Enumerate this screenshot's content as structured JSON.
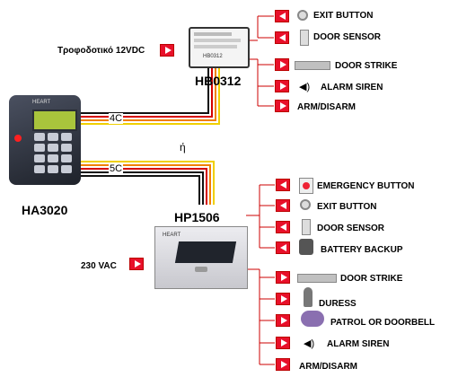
{
  "devices": {
    "hb0312": "HB0312",
    "ha3020": "HA3020",
    "hp1506": "HP1506"
  },
  "power": {
    "hb0312_supply": "Τροφοδοτικό 12VDC",
    "hp1506_supply": "230 VAC"
  },
  "cables": {
    "four_core": "4C",
    "five_core": "5C",
    "or": "ή"
  },
  "hb0312_ports": [
    "EXIT BUTTON",
    "DOOR SENSOR",
    "DOOR STRIKE",
    "ALARM SIREN",
    "ARM/DISARM"
  ],
  "hp1506_ports": [
    "EMERGENCY BUTTON",
    "EXIT BUTTON",
    "DOOR SENSOR",
    "BATTERY BACKUP",
    "DOOR STRIKE",
    "DURESS",
    "PATROL OR DOORBELL",
    "ALARM SIREN",
    "ARM/DISARM"
  ],
  "device_text": {
    "brand": "HEART",
    "module_code": "HB0312"
  },
  "colors": {
    "arrow_red": "#e8102a",
    "wire_red": "#d40000",
    "wire_orange": "#f08000",
    "wire_yellow": "#f0d000",
    "wire_black": "#111111"
  },
  "icons": [
    "exit-button-icon",
    "door-sensor-icon",
    "door-strike-icon",
    "siren-icon",
    "emergency-button-icon",
    "battery-icon",
    "duress-icon",
    "patrol-icon"
  ]
}
